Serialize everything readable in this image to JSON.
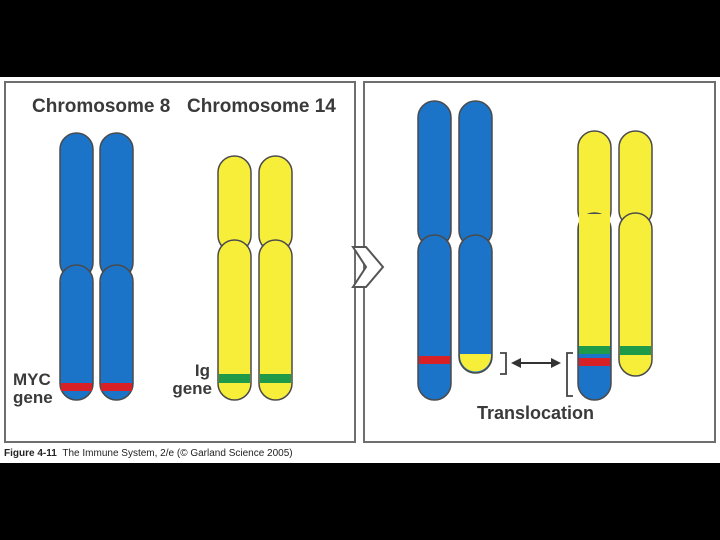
{
  "left_panel": {
    "title_chr8": "Chromosome 8",
    "title_chr14": "Chromosome 14",
    "myc_label_line1": "MYC",
    "myc_label_line2": "gene",
    "ig_label_line1": "Ig",
    "ig_label_line2": "gene"
  },
  "right_panel": {
    "translocation_label": "Translocation"
  },
  "caption": {
    "figure_number": "Figure 4-11",
    "text": "The Immune System, 2/e (© Garland Science 2005)"
  },
  "colors": {
    "chromosome8": "#1b74c8",
    "chromosome14": "#f7ee3a",
    "myc_band": "#d82027",
    "ig_band": "#1f9a48",
    "outline": "#5a5a5a"
  }
}
